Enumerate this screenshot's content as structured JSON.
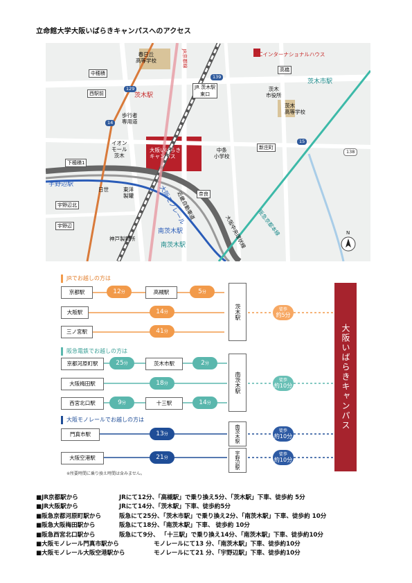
{
  "title": "立命館大学大阪いばらきキャンパスへのアクセス",
  "map": {
    "labels": {
      "kasugaoka": "春日丘\n高等学校",
      "oic_house": "OICインターナショナルハウス",
      "nakahozumi": "中穂積",
      "route139": "139",
      "takahashi": "高橋",
      "ibaraki_shi_stn": "茨木市駅",
      "nishieki_mae": "西駅前",
      "route129": "129",
      "jr_ibaraki_east": "JR 茨木駅\n東口",
      "ibaraki_city_office": "茨木\n市役所",
      "ibaraki_stn": "茨木駅",
      "route14": "14",
      "pedestrian": "歩行者\n専用道",
      "ibaraki_high": "茨木\n高等学校",
      "aeon": "イオン\nモール\n茨木",
      "campus": "大阪いばらき\nキャンパス",
      "route15": "15",
      "shinjo": "新庄町",
      "route138": "138",
      "chujo": "中条\n小学校",
      "shimohozumi1": "下穂積1",
      "unobe_stn": "宇野辺駅",
      "nissei": "日世",
      "toyo": "東洋\n製罐",
      "nara": "奈良",
      "unobe_kita": "宇野辺北",
      "unobe": "宇野辺",
      "kobe_steel": "神戸製鋼所",
      "minami_ibaraki_stn": "南茨木駅",
      "monorail": "大阪モノレール",
      "hankyu_line": "阪急京都本線",
      "chuo_kanjo": "大阪中央環状線",
      "kinki_exp": "近畿自動車道",
      "jr_line": "JR京都線",
      "north": "N"
    }
  },
  "diagram": {
    "jr": {
      "header": "JRでお越しの方は",
      "stations": [
        "京都駅",
        "大阪駅",
        "三ノ宮駅"
      ],
      "transfer": "高槻駅",
      "times": [
        "12",
        "5",
        "14",
        "41"
      ],
      "dest": "茨木駅",
      "walk_label": "徒歩",
      "walk": "約5分"
    },
    "hankyu": {
      "header": "阪急電鉄でお越しの方は",
      "stations": [
        "京都河原町駅",
        "大阪梅田駅",
        "西宮北口駅"
      ],
      "transfers": [
        "茨木市駅",
        "十三駅"
      ],
      "times": [
        "25",
        "2",
        "18",
        "9",
        "14"
      ],
      "dest": "南茨木駅",
      "walk_label": "徒歩",
      "walk": "約10分"
    },
    "monorail": {
      "header": "大阪モノレールでお越しの方は",
      "stations": [
        "門真市駅",
        "大阪空港駅"
      ],
      "times": [
        "13",
        "21"
      ],
      "dests": [
        "南茨木駅",
        "宇野辺駅"
      ],
      "walk_label": "徒歩",
      "walks": [
        "約10分",
        "約10分"
      ]
    },
    "unit": "分",
    "campus": "大阪いばらきキャンパス",
    "note": "※所要時間に乗り換え時間は含みません。"
  },
  "list": [
    {
      "from": "■JR京都駅から",
      "desc": "JRにて12分、「高槻駅」で乗り換え5分、「茨木駅」下車、徒歩約 5分"
    },
    {
      "from": "■JR大阪駅から",
      "desc": "JRにて14分、「茨木駅」下車、徒歩約5分"
    },
    {
      "from": "■阪急京都河原町駅から",
      "desc": "阪急にて25分、「茨木市駅」で乗り換え2分、「南茨木駅」下車、徒歩約 10分"
    },
    {
      "from": "■阪急大阪梅田駅から",
      "desc": "阪急にて18分、「南茨木駅」下車、 徒歩約 10分"
    },
    {
      "from": "■阪急西宮北口駅から",
      "desc": "阪急にて9分、 「十三駅」で乗り換え14分、「南茨木駅」下車、徒歩約10分"
    },
    {
      "from": "■大阪モノレール門真市駅から",
      "desc": "モノレールにて13 分、「南茨木駅」下車、徒歩約10分"
    },
    {
      "from": "■大阪モノレール大阪空港駅から",
      "desc": "モノレールにて21 分、「宇野辺駅」下車、徒歩約10分"
    }
  ]
}
